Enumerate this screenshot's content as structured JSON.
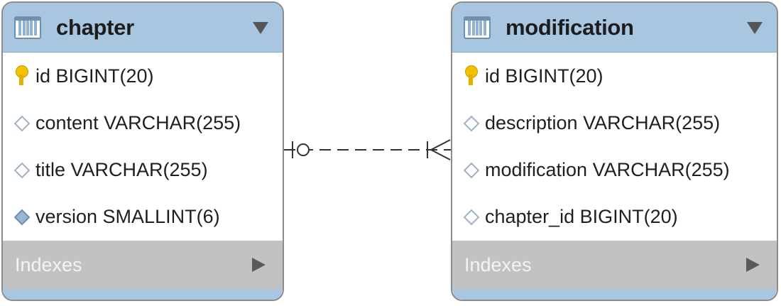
{
  "tables": [
    {
      "name": "chapter",
      "columns": [
        {
          "label": "id BIGINT(20)",
          "icon": "primary-key-icon"
        },
        {
          "label": "content VARCHAR(255)",
          "icon": "nullable-column-icon"
        },
        {
          "label": "title VARCHAR(255)",
          "icon": "nullable-column-icon"
        },
        {
          "label": "version SMALLINT(6)",
          "icon": "not-null-column-icon"
        }
      ],
      "indexes_label": "Indexes"
    },
    {
      "name": "modification",
      "columns": [
        {
          "label": "id BIGINT(20)",
          "icon": "primary-key-icon"
        },
        {
          "label": "description VARCHAR(255)",
          "icon": "nullable-column-icon"
        },
        {
          "label": "modification VARCHAR(255)",
          "icon": "nullable-column-icon"
        },
        {
          "label": "chapter_id BIGINT(20)",
          "icon": "nullable-column-icon"
        }
      ],
      "indexes_label": "Indexes"
    }
  ],
  "relationship": {
    "from": "chapter",
    "to": "modification",
    "from_cardinality": "zero-or-one",
    "to_cardinality": "one-or-many",
    "line_style": "dashed"
  },
  "colors": {
    "header": "#a8c6e0",
    "indexes": "#c2c2c2",
    "key": "#f2c200",
    "border": "#8c8c8c"
  }
}
